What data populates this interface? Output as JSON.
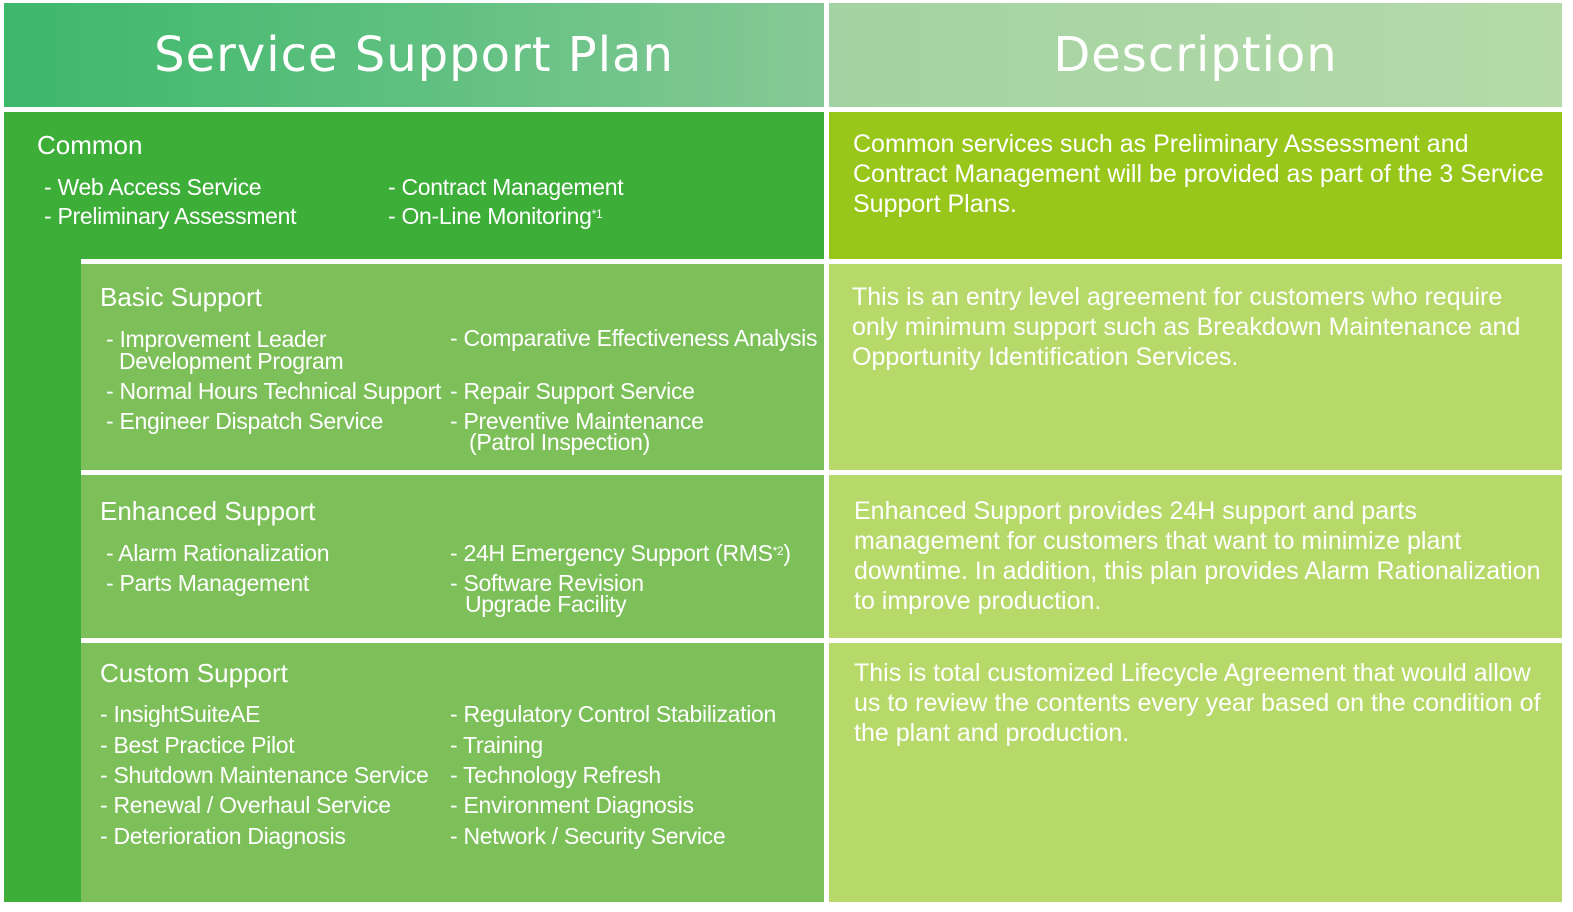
{
  "header": {
    "left_title": "Service Support Plan",
    "right_title": "Description"
  },
  "common": {
    "title": "Common",
    "items_left": [
      "- Web Access Service",
      "- Preliminary Assessment"
    ],
    "items_right": [
      "- Contract Management",
      "- On-Line Monitoring"
    ],
    "footnote_marker": "*1",
    "description": "Common services such as Preliminary Assessment and Contract Management will be provided as part of the 3 Service Support Plans."
  },
  "basic": {
    "title": "Basic Support",
    "items_left": [
      "- Improvement Leader",
      "Development Program",
      "- Normal Hours Technical Support",
      "- Engineer Dispatch Service"
    ],
    "items_right": [
      "- Comparative Effectiveness Analysis",
      "- Repair Support Service",
      "- Preventive Maintenance",
      "(Patrol Inspection)"
    ],
    "description": "This is an entry level agreement for customers who require only minimum support such as Breakdown Maintenance and Opportunity Identification Services."
  },
  "enhanced": {
    "title": "Enhanced Support",
    "items_left": [
      "- Alarm Rationalization",
      "- Parts Management"
    ],
    "items_right": [
      "- 24H Emergency Support (RMS",
      "- Software Revision",
      "Upgrade Facility"
    ],
    "footnote_marker": "*2",
    "footnote_close": ")",
    "description": "Enhanced Support provides 24H support and parts management for customers that want to minimize plant downtime. In addition, this plan provides Alarm Rationalization to improve production."
  },
  "custom": {
    "title": "Custom Support",
    "items_left": [
      "- InsightSuiteAE",
      "- Best Practice Pilot",
      "- Shutdown Maintenance Service",
      "- Renewal / Overhaul Service",
      "- Deterioration Diagnosis"
    ],
    "items_right": [
      "- Regulatory Control Stabilization",
      "- Training",
      "- Technology Refresh",
      "- Environment Diagnosis",
      "- Network / Security Service"
    ],
    "description": "This is total customized Lifecycle Agreement that would allow us to review the contents every year based on the condition of the plant and production."
  },
  "colors": {
    "header_left": "#5fc080",
    "header_right": "#b5daa8",
    "common_left": "#3dae38",
    "common_right": "#98c61a",
    "section_left": "#7dc05a",
    "section_right": "#b7d96a"
  }
}
